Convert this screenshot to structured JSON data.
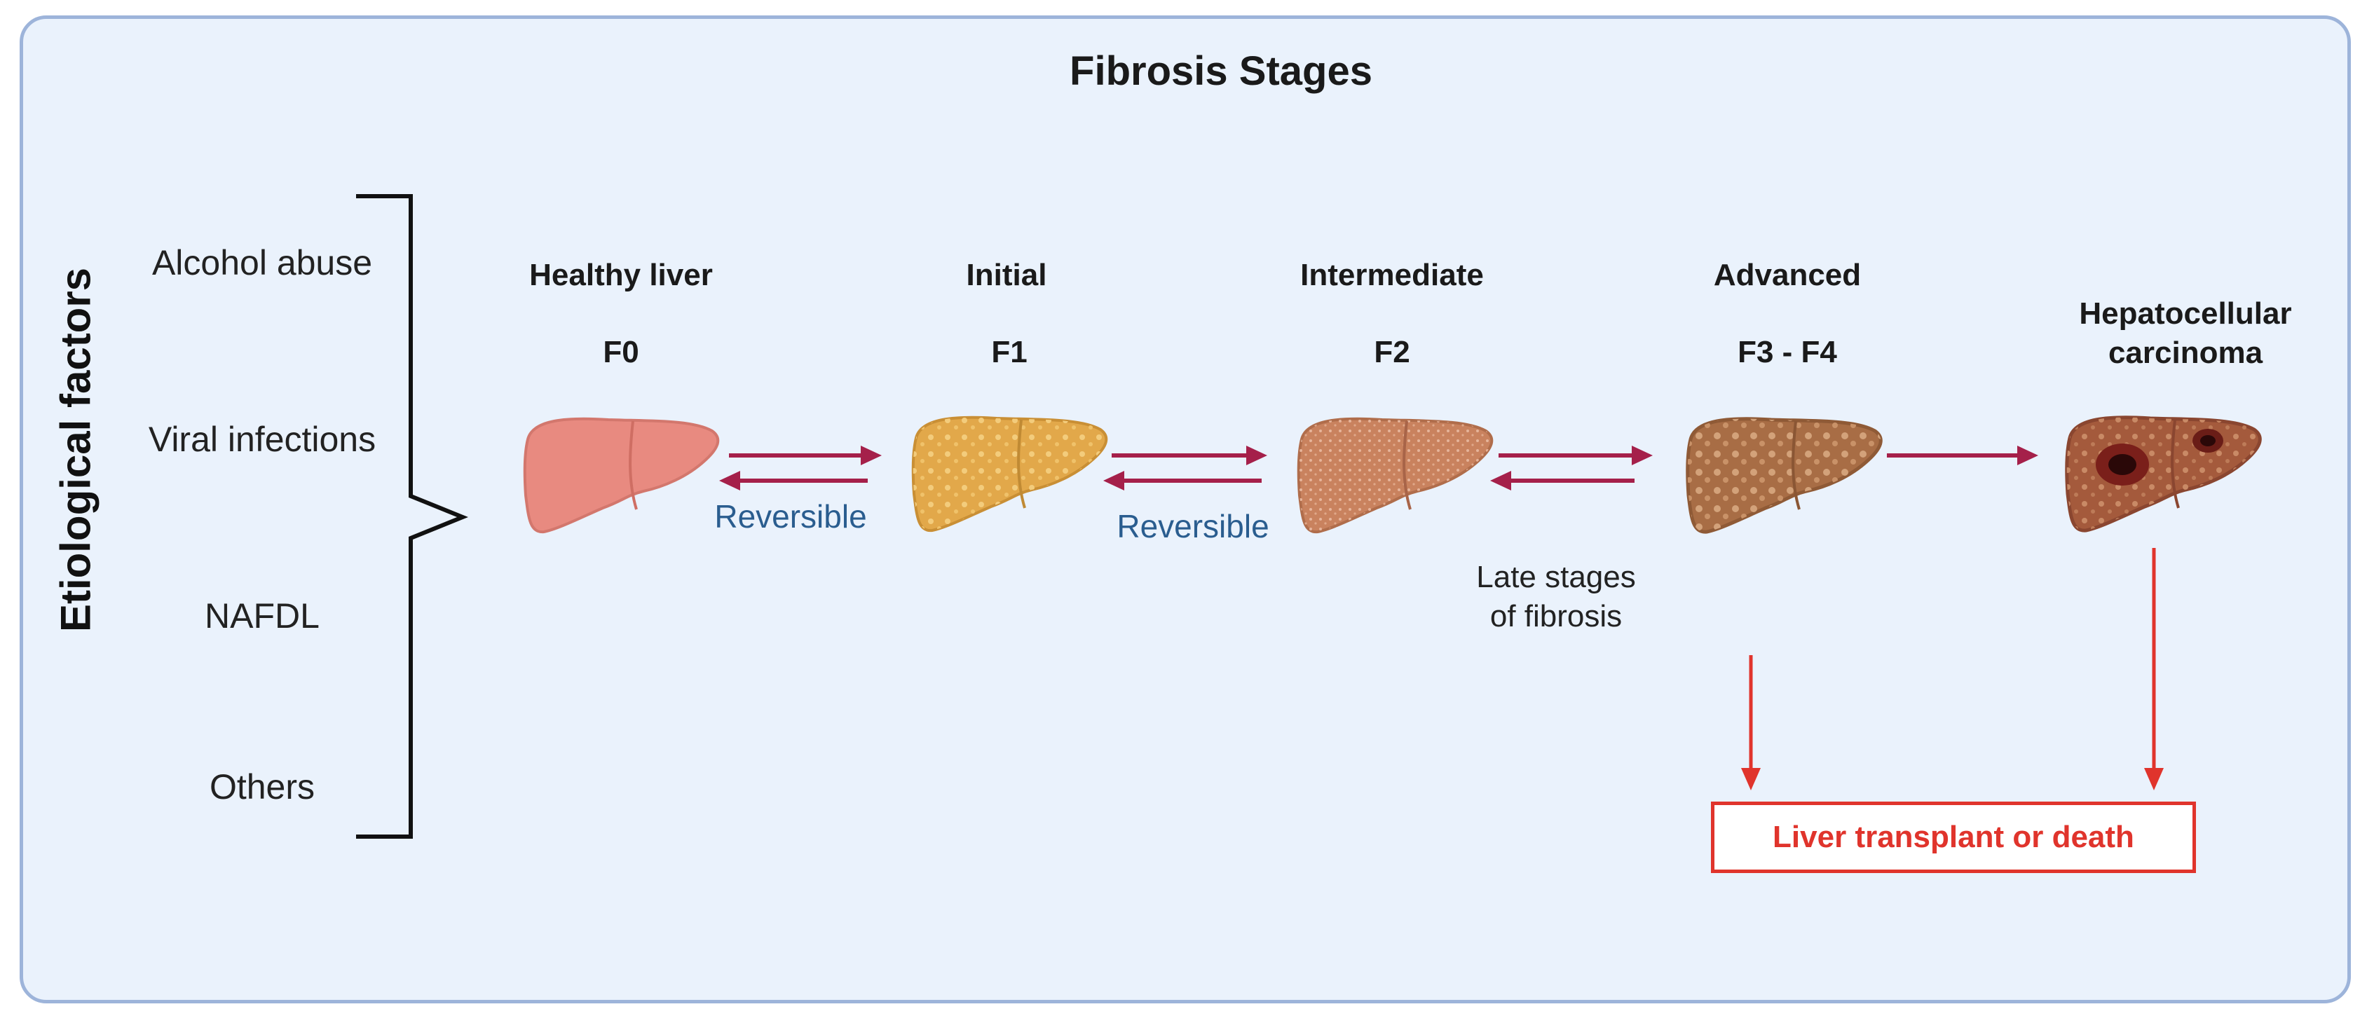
{
  "title": "Fibrosis Stages",
  "side_label": "Etiological factors",
  "factors": [
    "Alcohol abuse",
    "Viral infections",
    "NAFDL",
    "Others"
  ],
  "stages": [
    {
      "name": "Healthy liver",
      "code": "F0"
    },
    {
      "name": "Initial",
      "code": "F1"
    },
    {
      "name": "Intermediate",
      "code": "F2"
    },
    {
      "name": "Advanced",
      "code": "F3 - F4"
    },
    {
      "name": "Hepatocellular carcinoma",
      "code": ""
    }
  ],
  "hcc_label": {
    "line1": "Hepatocellular",
    "line2": "carcinoma"
  },
  "reversible_label": "Reversible",
  "late_label": {
    "line1": "Late stages",
    "line2": "of fibrosis"
  },
  "outcome": "Liver transplant or death",
  "colors": {
    "panel_bg": "#eaf2fc",
    "panel_border": "#9db4da",
    "arrow": "#a5204a",
    "outcome": "#e0342c",
    "reversible_text": "#2a5d8f",
    "liver_f0": "#e88a80",
    "liver_f1": "#e2a84a",
    "liver_f2": "#c9825e",
    "liver_f3": "#a86d45",
    "liver_hcc": "#a45a3c"
  }
}
